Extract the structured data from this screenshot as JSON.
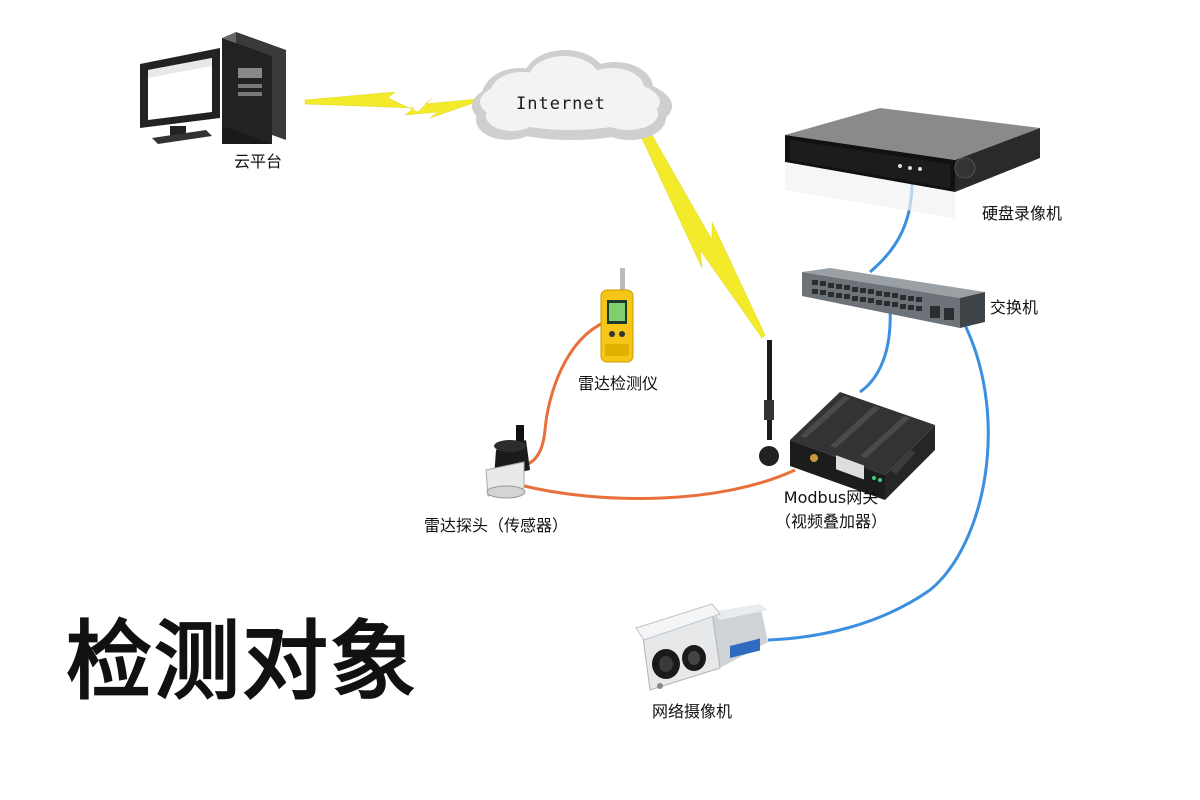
{
  "title": "检测对象",
  "cloud": {
    "label": "Internet"
  },
  "nodes": {
    "cloud_platform": "云平台",
    "dvr": "硬盘录像机",
    "switch": "交换机",
    "radar_meter": "雷达检测仪",
    "radar_probe": "雷达探头（传感器）",
    "gateway_line1": "Modbus网关",
    "gateway_line2": "（视频叠加器）",
    "camera": "网络摄像机"
  },
  "colors": {
    "wireless": "#f2ea2a",
    "ethernet": "#3b8fe0",
    "sensor_cable": "#e8703a"
  }
}
